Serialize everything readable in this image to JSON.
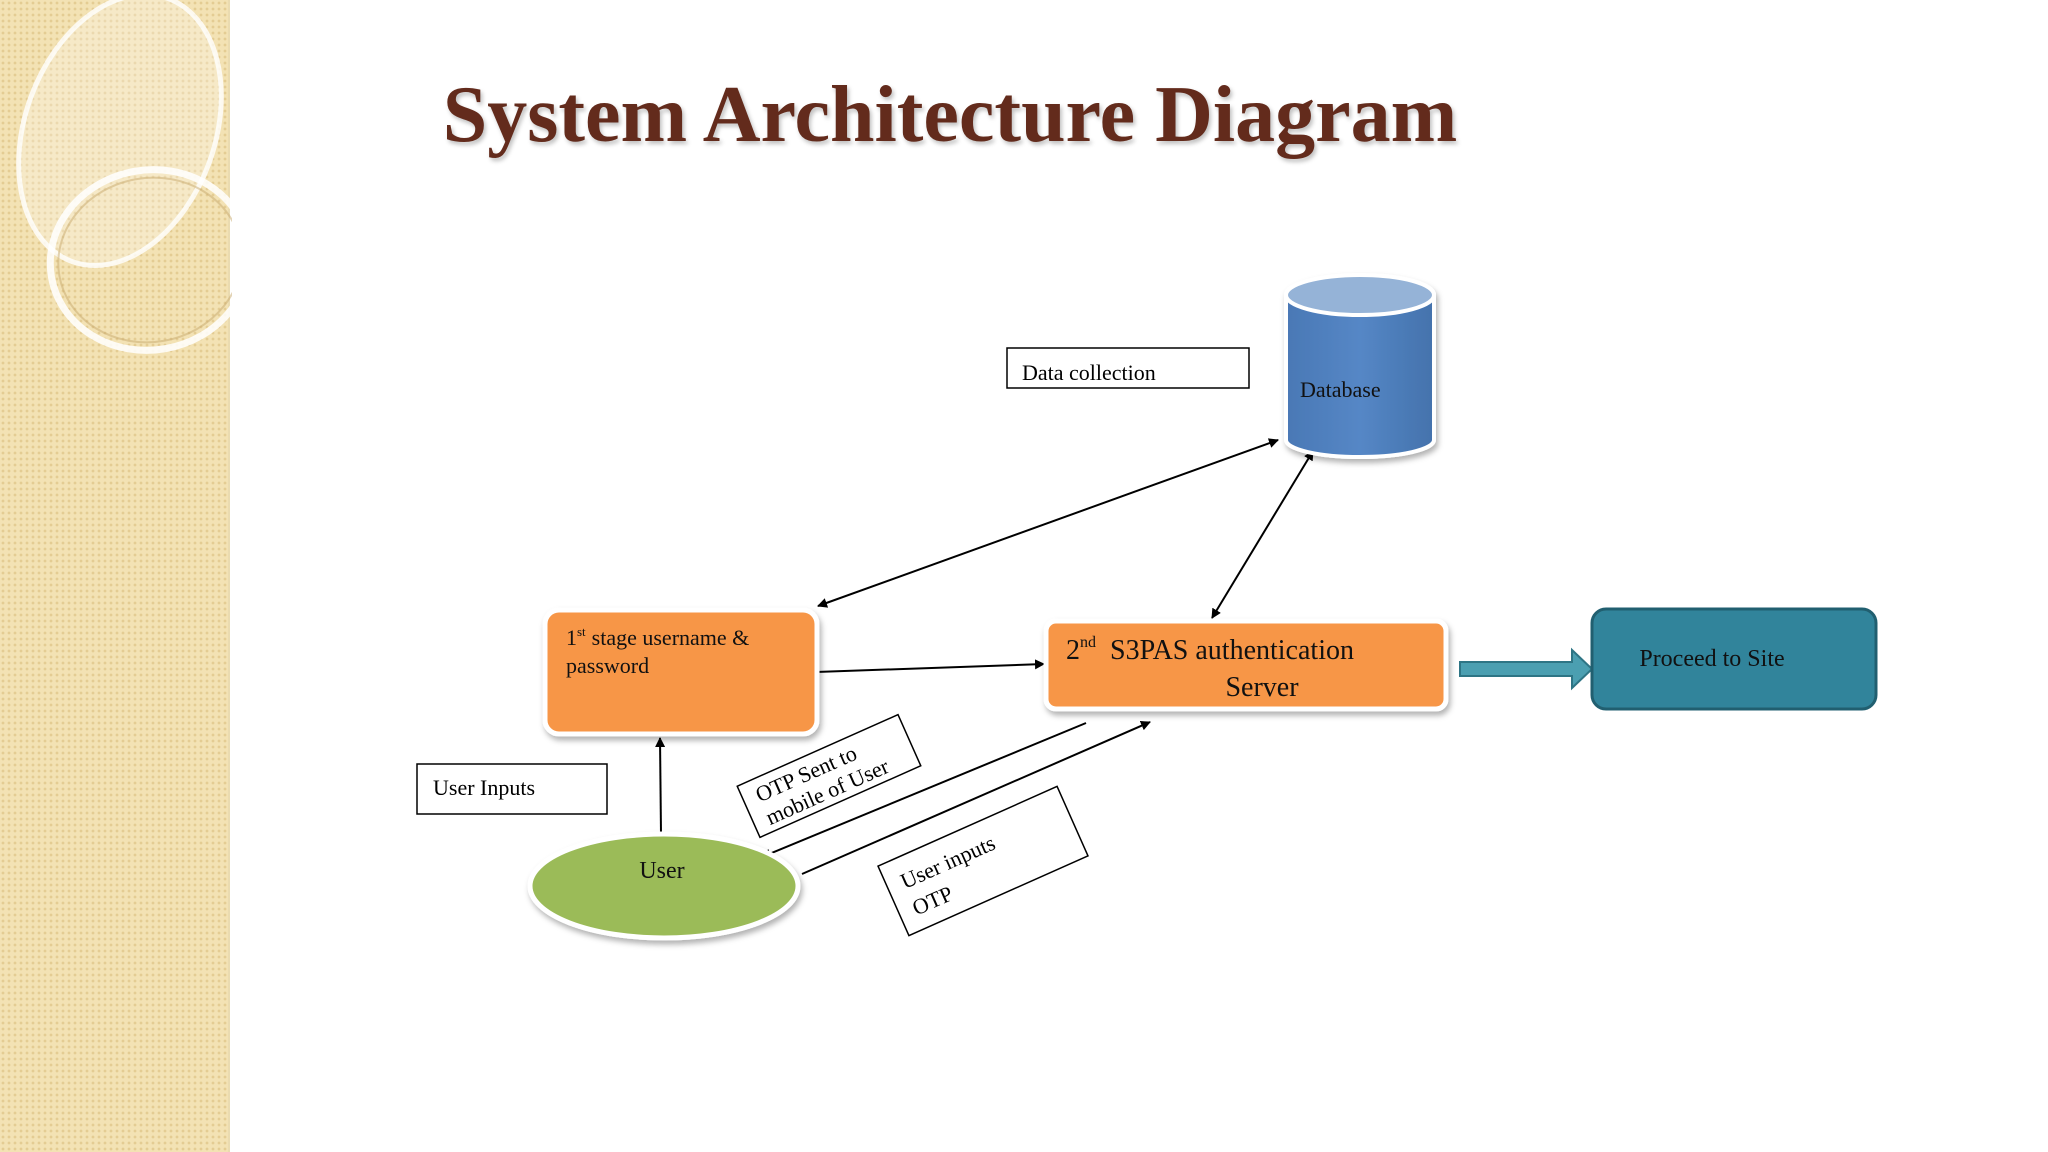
{
  "title": "System Architecture Diagram",
  "colors": {
    "title": "#632b1c",
    "orange_box": "#f79646",
    "database": "#4f81bd",
    "database_top": "#95b3d7",
    "user_ellipse": "#9bbb59",
    "proceed_box": "#31849b",
    "arrow_fill": "#4b9fb1"
  },
  "nodes": {
    "database": "Database",
    "stage1_sup": "st",
    "stage1_pre": "1",
    "stage1_line1": "stage username &",
    "stage1_line2": "password",
    "stage2_pre": "2",
    "stage2_sup": "nd",
    "stage2_line1": "S3PAS authentication",
    "stage2_line2": "Server",
    "proceed": "Proceed to Site",
    "user": "User"
  },
  "labels": {
    "data_collection": "Data collection",
    "user_inputs": "User Inputs",
    "otp_sent_line1": "OTP Sent to",
    "otp_sent_line2": "mobile of User",
    "user_inputs_otp_line1": "User inputs",
    "user_inputs_otp_line2": "OTP"
  }
}
